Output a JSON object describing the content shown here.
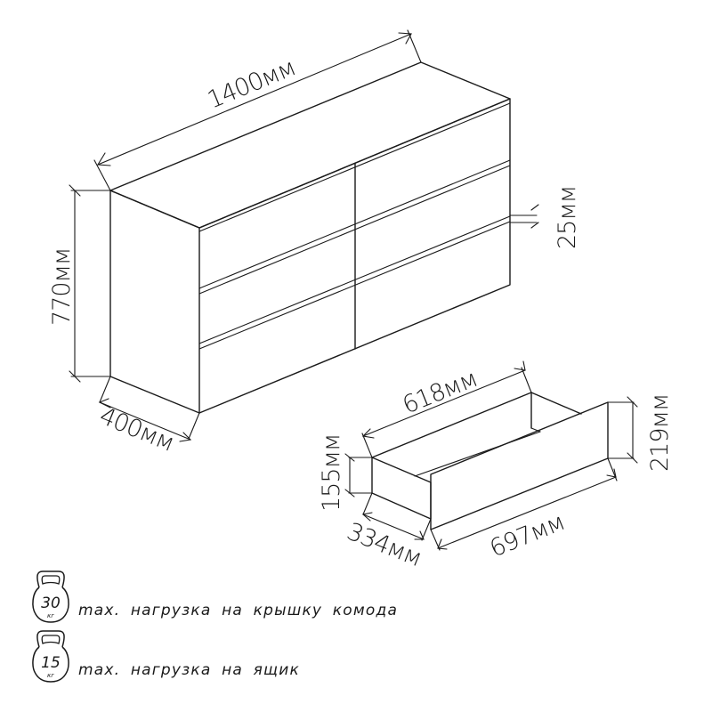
{
  "dresser": {
    "width_label": "1400мм",
    "height_label": "770мм",
    "depth_label": "400мм",
    "gap_label": "25мм",
    "drawer_columns": 2,
    "drawer_rows": 3
  },
  "drawer": {
    "inner_length_label": "618мм",
    "front_length_label": "697мм",
    "depth_label": "334мм",
    "box_height_label": "155мм",
    "front_height_label": "219мм"
  },
  "legend": [
    {
      "icon": "kettlebell-icon",
      "weight": "30",
      "unit": "кг",
      "text": "max. нагрузка на крышку комода"
    },
    {
      "icon": "kettlebell-icon",
      "weight": "15",
      "unit": "кг",
      "text": "max. нагрузка на ящик"
    }
  ],
  "colors": {
    "line": "#1a1a1a",
    "background": "#ffffff"
  }
}
